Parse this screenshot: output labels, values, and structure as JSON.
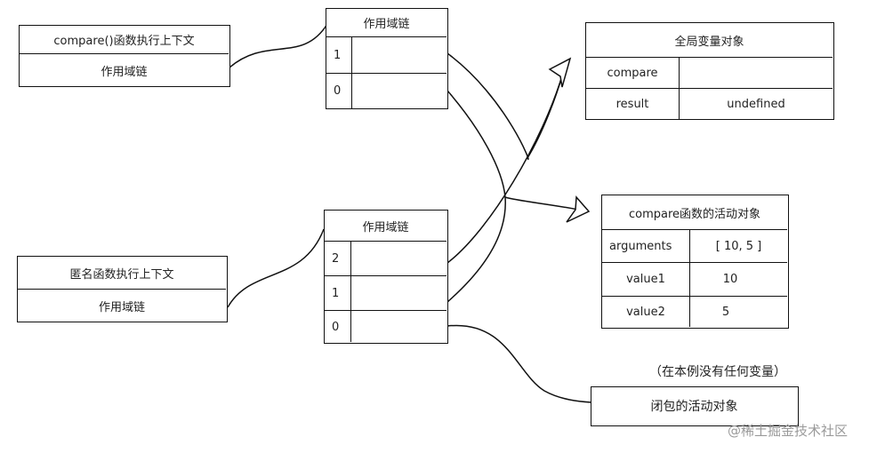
{
  "compare_context": {
    "title": "compare()函数执行上下文",
    "scope_chain": "作用域链"
  },
  "compare_scope": {
    "header": "作用域链",
    "rows": [
      "1",
      "0"
    ]
  },
  "global_vo": {
    "title": "全局变量对象",
    "rows": [
      {
        "name": "compare",
        "value": ""
      },
      {
        "name": "result",
        "value": "undefined"
      }
    ]
  },
  "compare_ao": {
    "title": "compare函数的活动对象",
    "rows": [
      {
        "name": "arguments",
        "value": "[ 10, 5 ]"
      },
      {
        "name": "value1",
        "value": "10"
      },
      {
        "name": "value2",
        "value": "5"
      }
    ]
  },
  "anon_context": {
    "title": "匿名函数执行上下文",
    "scope_chain": "作用域链"
  },
  "anon_scope": {
    "header": "作用域链",
    "rows": [
      "2",
      "1",
      "0"
    ]
  },
  "closure_note": "（在本例没有任何变量）",
  "closure_ao": "闭包的活动对象",
  "watermark": "@稀土掘金技术社区"
}
